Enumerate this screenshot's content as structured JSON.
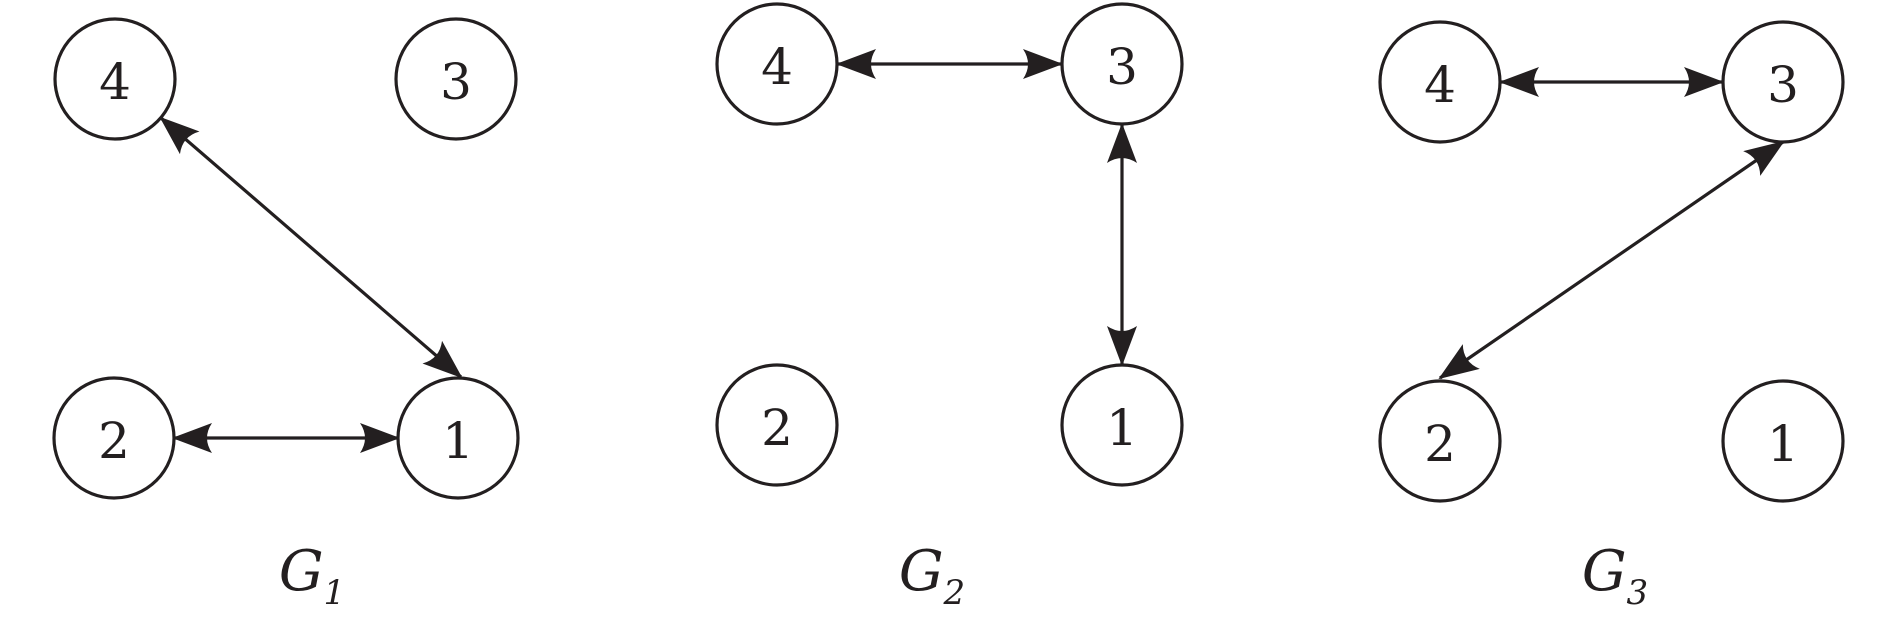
{
  "graphs": [
    {
      "title": "G",
      "subscript": "1",
      "nodes": [
        {
          "id": "4",
          "label": "4"
        },
        {
          "id": "3",
          "label": "3"
        },
        {
          "id": "2",
          "label": "2"
        },
        {
          "id": "1",
          "label": "1"
        }
      ],
      "edges": [
        {
          "from": "4",
          "to": "1",
          "directed": "both"
        },
        {
          "from": "2",
          "to": "1",
          "directed": "both"
        }
      ]
    },
    {
      "title": "G",
      "subscript": "2",
      "nodes": [
        {
          "id": "4",
          "label": "4"
        },
        {
          "id": "3",
          "label": "3"
        },
        {
          "id": "2",
          "label": "2"
        },
        {
          "id": "1",
          "label": "1"
        }
      ],
      "edges": [
        {
          "from": "4",
          "to": "3",
          "directed": "both"
        },
        {
          "from": "3",
          "to": "1",
          "directed": "both"
        }
      ]
    },
    {
      "title": "G",
      "subscript": "3",
      "nodes": [
        {
          "id": "4",
          "label": "4"
        },
        {
          "id": "3",
          "label": "3"
        },
        {
          "id": "2",
          "label": "2"
        },
        {
          "id": "1",
          "label": "1"
        }
      ],
      "edges": [
        {
          "from": "4",
          "to": "3",
          "directed": "both"
        },
        {
          "from": "3",
          "to": "2",
          "directed": "both"
        }
      ]
    }
  ],
  "colors": {
    "stroke": "#231f20",
    "fill": "#ffffff"
  }
}
